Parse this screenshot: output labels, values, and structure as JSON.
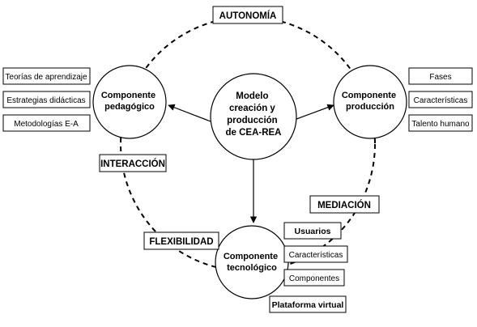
{
  "center": {
    "lines": [
      "Modelo",
      "creación y",
      "producción",
      "de CEA-REA"
    ]
  },
  "components": {
    "pedagogico": {
      "lines": [
        "Componente",
        "pedagógico"
      ],
      "items": [
        "Teorías de aprendizaje",
        "Estrategias didácticas",
        "Metodologías E-A"
      ]
    },
    "produccion": {
      "lines": [
        "Componente",
        "producción"
      ],
      "items": [
        "Fases",
        "Características",
        "Talento humano"
      ]
    },
    "tecnologico": {
      "lines": [
        "Componente",
        "tecnológico"
      ],
      "items": [
        "Usuarios",
        "Características",
        "Componentes",
        "Plataforma virtual"
      ]
    }
  },
  "principles": {
    "autonomia": "AUTONOMÍA",
    "interaccion": "INTERACCIÓN",
    "mediacion": "MEDIACIÓN",
    "flexibilidad": "FLEXIBILIDAD"
  }
}
